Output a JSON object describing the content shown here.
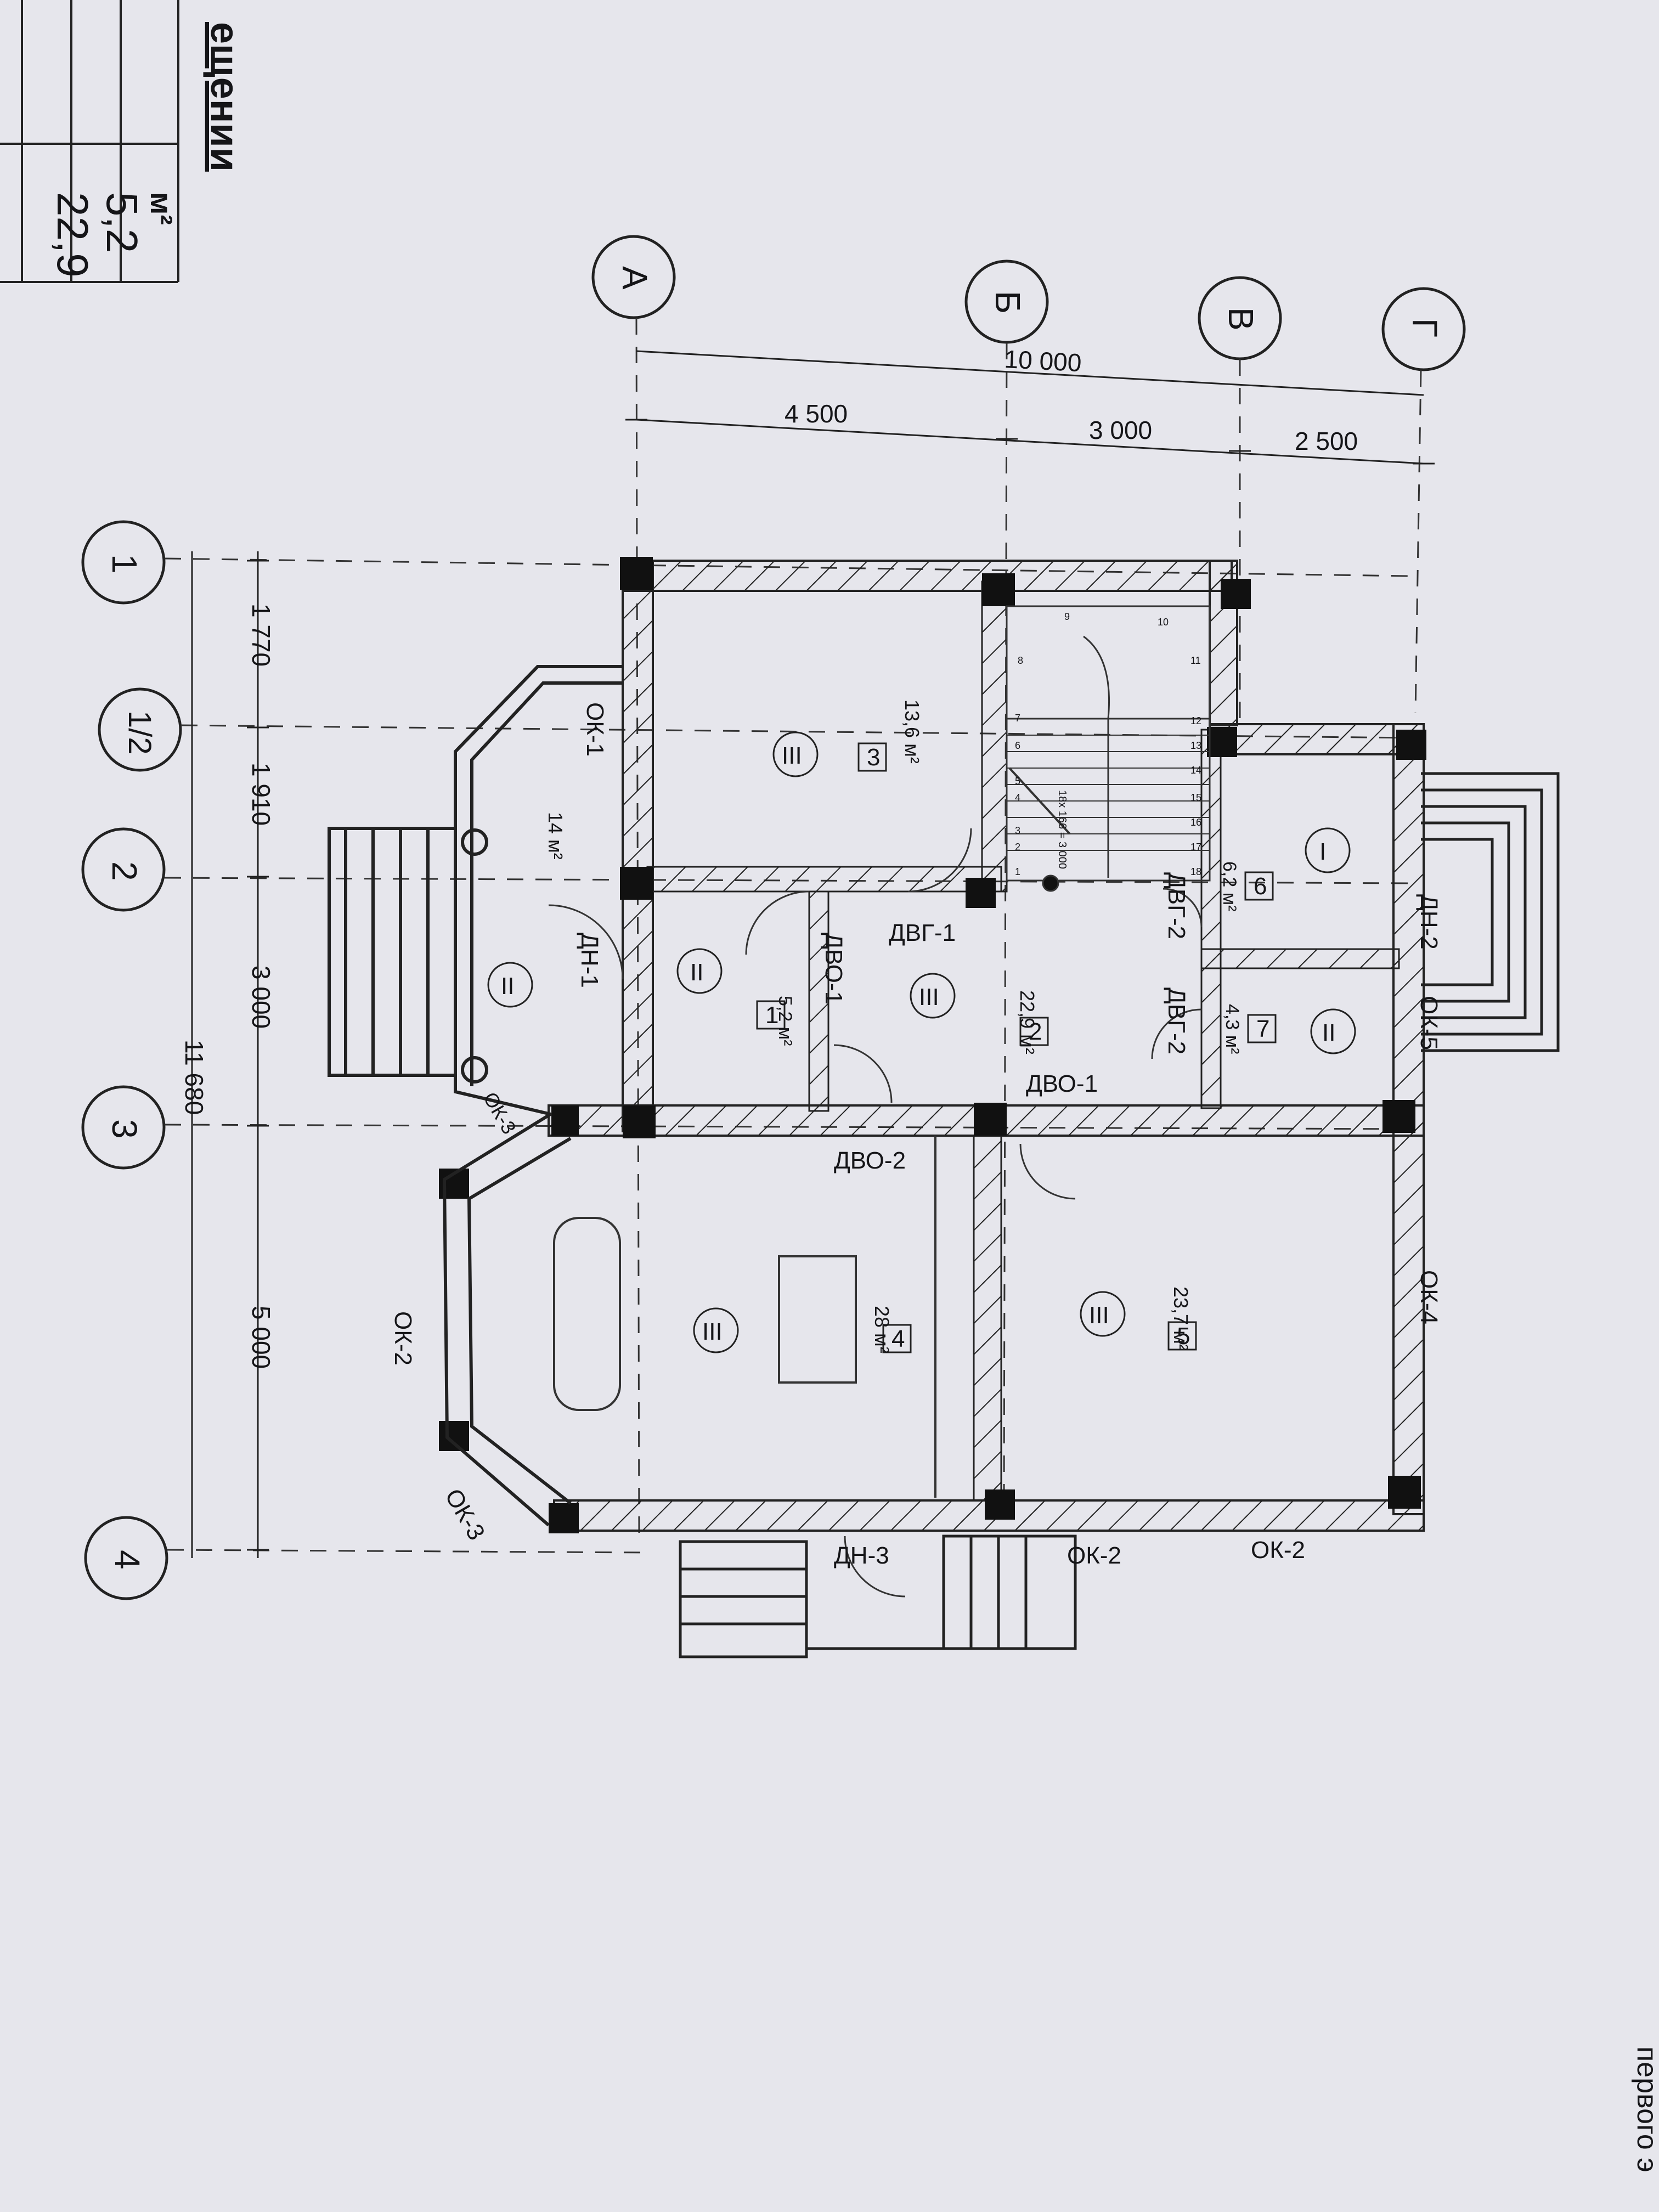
{
  "title_fragment": "ещении",
  "footer_fragment": "первого э",
  "legend_table": {
    "unit_header": "м²",
    "values": [
      "5,2",
      "22,9"
    ]
  },
  "axes_letters": [
    "А",
    "Б",
    "В",
    "Г"
  ],
  "axes_numbers": [
    "1",
    "1/2",
    "2",
    "3",
    "4"
  ],
  "dimensions": {
    "overall_width": "10 000",
    "spans_letters": [
      "4 500",
      "3 000",
      "2 500"
    ],
    "overall_length": "11 680",
    "spans_numbers": [
      "1 770",
      "1 910",
      "3 000",
      "5 000"
    ]
  },
  "rooms": [
    {
      "num": "1",
      "area": "5,2 м²",
      "class": "II"
    },
    {
      "num": "2",
      "area": "22,9 м²",
      "class": "III"
    },
    {
      "num": "3",
      "area": "13,6 м²",
      "class": "III"
    },
    {
      "num": "4",
      "area": "28 м²",
      "class": "III"
    },
    {
      "num": "5",
      "area": "23,7 м²",
      "class": "III"
    },
    {
      "num": "6",
      "area": "6,2 м²",
      "class": "I"
    },
    {
      "num": "7",
      "area": "4,3 м²",
      "class": "II"
    },
    {
      "num": "",
      "area": "14 м²",
      "class": "II"
    }
  ],
  "labels": {
    "ok1": "ОК-1",
    "ok2_left": "ОК-2",
    "ok3_left": "ОК-3",
    "ok3_small": "ОК-3",
    "ok2_bottom_a": "ОК-2",
    "ok2_bottom_b": "ОК-2",
    "ok4": "ОК-4",
    "ok5": "ОК-5",
    "dn1": "ДН-1",
    "dn2": "ДН-2",
    "dn3": "ДН-3",
    "dvg1": "ДВГ-1",
    "dvg2a": "ДВГ-2",
    "dvg2b": "ДВГ-2",
    "dvo1a": "ДВО-1",
    "dvo1b": "ДВО-1",
    "dvo2": "ДВО-2"
  },
  "stair_note": "18х 166 = 3 000",
  "stair_steps": [
    "1",
    "2",
    "3",
    "4",
    "5",
    "6",
    "7",
    "8",
    "9",
    "10",
    "11",
    "12",
    "13",
    "14",
    "15",
    "16",
    "17",
    "18"
  ]
}
